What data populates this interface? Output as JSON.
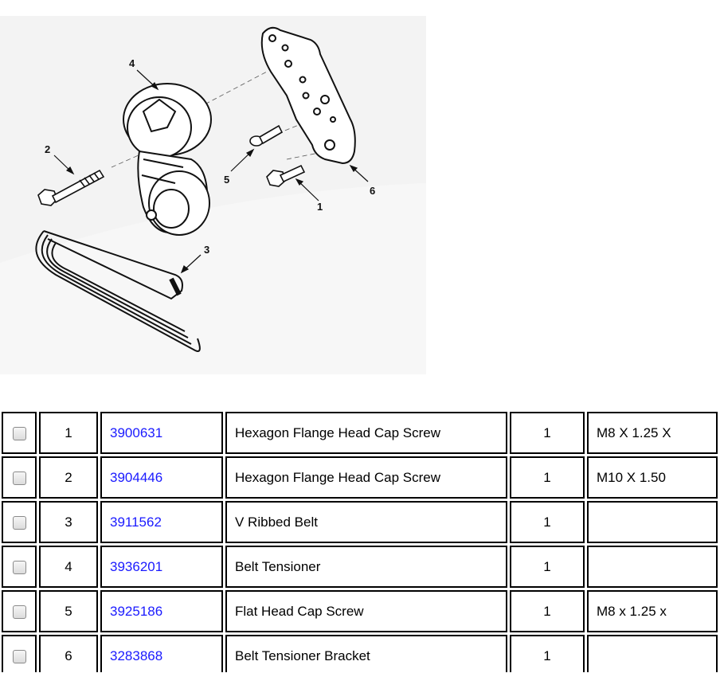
{
  "diagram": {
    "callouts": [
      "1",
      "2",
      "3",
      "4",
      "5",
      "6"
    ],
    "watermark_color": "#f0f0f0",
    "line_color": "#111111"
  },
  "parts": {
    "link_color": "#1a1aff",
    "rows": [
      {
        "item": "1",
        "part_number": "3900631",
        "description": "Hexagon Flange Head Cap Screw",
        "qty": "1",
        "notes": "M8 X 1.25 X"
      },
      {
        "item": "2",
        "part_number": "3904446",
        "description": "Hexagon Flange Head Cap Screw",
        "qty": "1",
        "notes": "M10 X 1.50"
      },
      {
        "item": "3",
        "part_number": "3911562",
        "description": "V Ribbed Belt",
        "qty": "1",
        "notes": ""
      },
      {
        "item": "4",
        "part_number": "3936201",
        "description": "Belt Tensioner",
        "qty": "1",
        "notes": ""
      },
      {
        "item": "5",
        "part_number": "3925186",
        "description": "Flat Head Cap Screw",
        "qty": "1",
        "notes": "M8 x 1.25 x"
      },
      {
        "item": "6",
        "part_number": "3283868",
        "description": "Belt Tensioner Bracket",
        "qty": "1",
        "notes": ""
      }
    ]
  }
}
